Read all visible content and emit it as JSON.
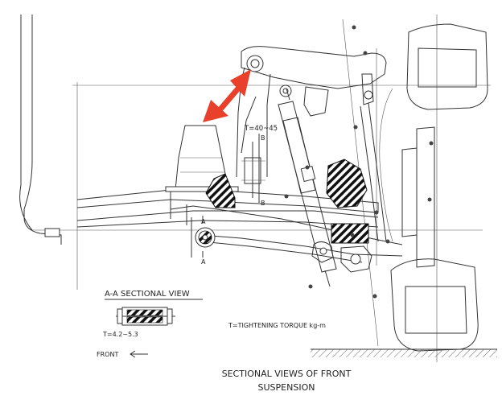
{
  "diagram": {
    "title_line1": "SECTIONAL VIEWS OF FRONT",
    "title_line2": "SUSPENSION",
    "section_title": "A-A SECTIONAL VIEW",
    "torque_upper": "T=40~45",
    "torque_lower": "T=4.2~5.3",
    "torque_legend": "T=TIGHTENING TORQUE kg-m",
    "front_label": "FRONT",
    "section_mark_a": "A",
    "section_mark_b": "B"
  },
  "colors": {
    "arrow": "#e8402a",
    "ink": "#333333",
    "hatch": "#111111"
  }
}
